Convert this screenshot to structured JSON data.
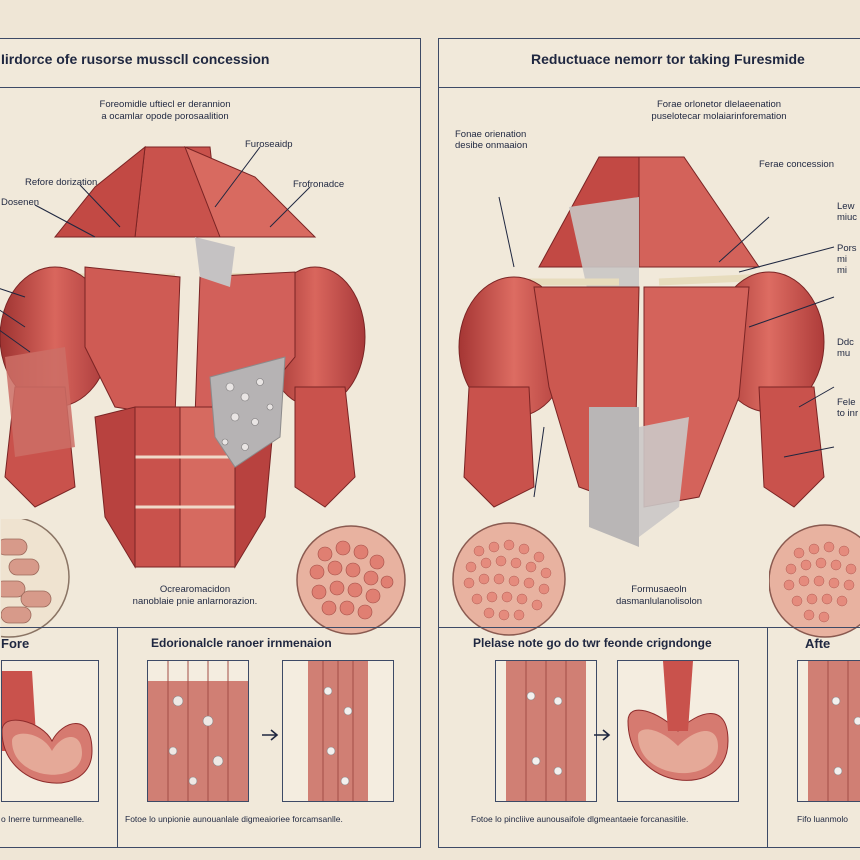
{
  "left_panel": {
    "title": "Iirdorce ofe rusorse musscll concession",
    "caption_top": "Foreomidle uftiecl er derannion\na ocamlar opode porosaalition",
    "labels": {
      "furosemide": "Furoseaidp",
      "frofronace": "Frofronadce",
      "refore": "Refore dorization",
      "dosenen": "Dosenen"
    },
    "caption_bottom": "Ocrearomacidon\nnanoblaie pnie anlarnorazion.",
    "bottom": {
      "cell1_title": "Fore",
      "cell2_title": "Edorionalcle ranoer irnmenaion",
      "cell1_caption": "o Inerre turnmeanelle.",
      "cell2_caption": "Fotoe lo unpionie aunouanlale digmeaioriee forcamsanlle."
    }
  },
  "right_panel": {
    "title": "Reductuace nemorr tor taking Furesmide",
    "caption_top": "Forae orlonetor dlelaeenation\npuselotecar molaiarinforemation",
    "labels": {
      "fonae": "Fonae orienation\ndesibe onmaaion",
      "ferae": "Ferae concession",
      "lmuc": "Lew\nmiuc",
      "pors": "Pors\nmi\nmi",
      "ddc": "Ddc\nmu",
      "fele": "Fele\nto inr"
    },
    "caption_bottom": "Formusaeoln\ndasmanlulanolisolon",
    "bottom": {
      "cell1_title": "Plelase note go do twr feonde crigndonge",
      "cell2_title": "Afte",
      "cell1_caption": "Fotoe lo pincliive aunousaifole dlgmeantaeie forcanasitile.",
      "cell2_caption": "Fifo luanmolo"
    }
  },
  "colors": {
    "muscle": "#c44a45",
    "muscle_light": "#dc7368",
    "muscle_dark": "#8e2b2b",
    "tendon": "#e6d9b8",
    "frame": "#3d4a66",
    "granule": "#b9b7b8",
    "pill": "#d79a8a"
  },
  "icons": [
    "arrow-right-icon",
    "leader-line-icon"
  ]
}
